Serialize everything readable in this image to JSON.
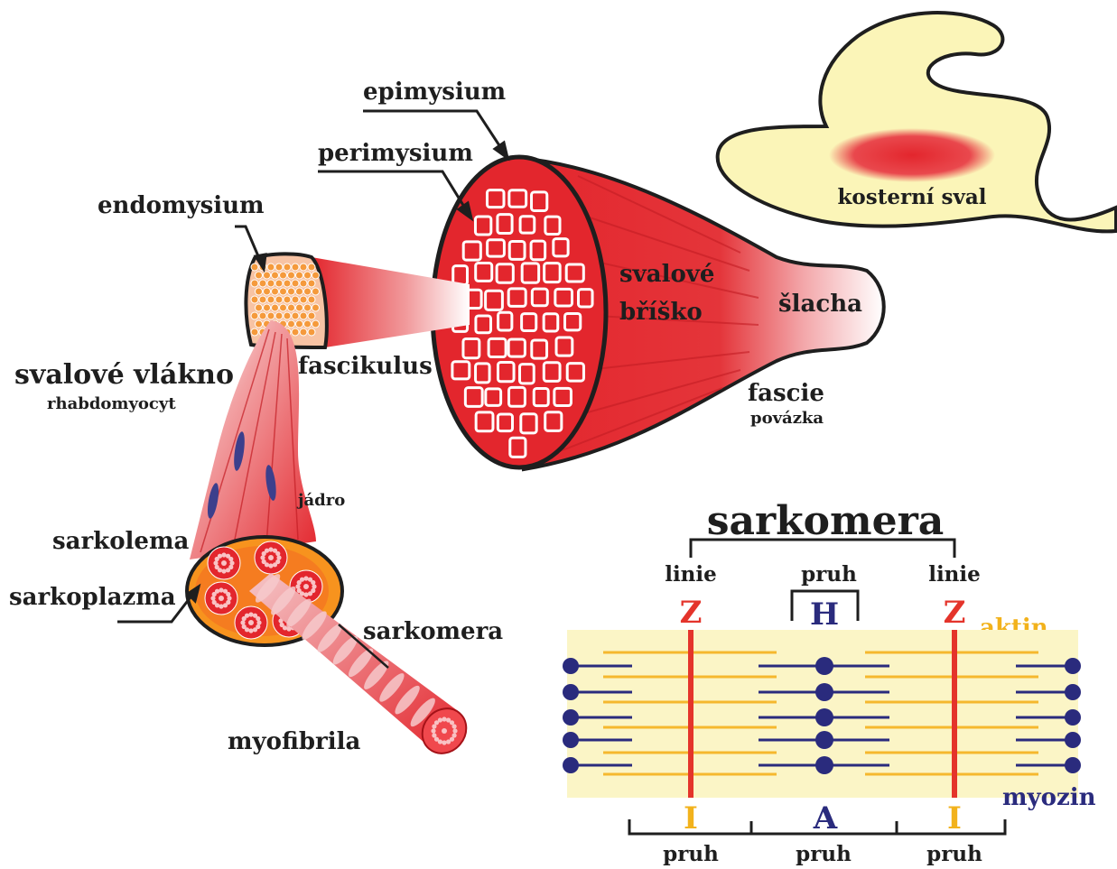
{
  "labels": {
    "epimysium": "epimysium",
    "perimysium": "perimysium",
    "endomysium": "endomysium",
    "svalove_brisko_1": "svalové",
    "svalove_brisko_2": "bříško",
    "slacha": "šlacha",
    "fascie": "fascie",
    "povazka": "povázka",
    "kosterni_sval": "kosterní sval",
    "svalove_vlakno": "svalové vlákno",
    "rhabdomyocyt": "rhabdomyocyt",
    "fascikulus": "fascikulus",
    "jadro": "jádro",
    "sarkolema": "sarkolema",
    "sarkoplazma": "sarkoplazma",
    "sarkomera_small": "sarkomera",
    "myofibrila": "myofibrila"
  },
  "sarcomere": {
    "title": "sarkomera",
    "linie_left": "linie",
    "linie_right": "linie",
    "pruh_top": "pruh",
    "z_left": "Z",
    "h": "H",
    "z_right": "Z",
    "aktin": "aktin",
    "myozin": "myozin",
    "i_left": "I",
    "a": "A",
    "i_right": "I",
    "pruh_bottom_left": "pruh",
    "pruh_bottom_mid": "pruh",
    "pruh_bottom_right": "pruh"
  },
  "colors": {
    "muscle_red": "#e3262d",
    "arm_fill": "#fbf5b8",
    "actin": "#f5b82e",
    "myosin": "#2a2b7d",
    "z_line": "#e4342b",
    "sarcomere_bg": "#fbf5c6",
    "text": "#1e1e1e",
    "z_text": "#e4342b",
    "i_text": "#f2b21c",
    "a_text": "#2a2b7d"
  }
}
